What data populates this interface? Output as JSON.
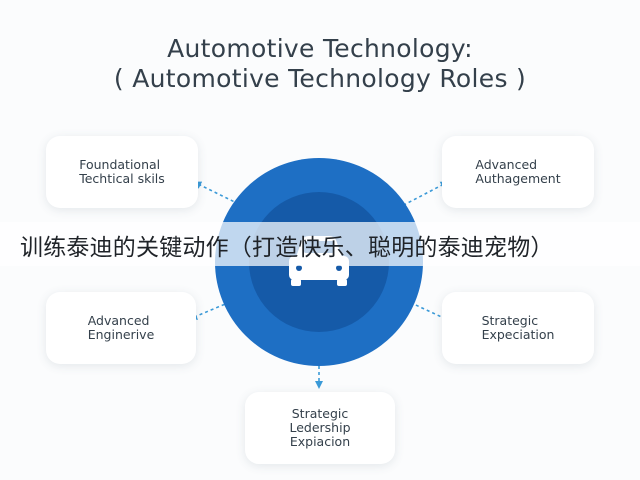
{
  "title": {
    "line1": "Automotive Technology:",
    "line2": "( Automotive Technology Roles )"
  },
  "center": {
    "icon": "car-icon"
  },
  "nodes": {
    "top_left": "Foundational\nTechtical skils",
    "top_right": "Advanced\nAuthagement",
    "mid_left": "Advanced\nEnginerive",
    "mid_right": "Strategic\nExpeciation",
    "bottom": "Strategic\nLedership\nExpiacion"
  },
  "overlay_caption": "训练泰迪的关键动作（打造快乐、聪明的泰迪宠物）",
  "colors": {
    "circle_outer": "#1e6fc4",
    "circle_inner": "#155aa8",
    "arrow": "#3b9ad8",
    "text": "#34404b"
  }
}
